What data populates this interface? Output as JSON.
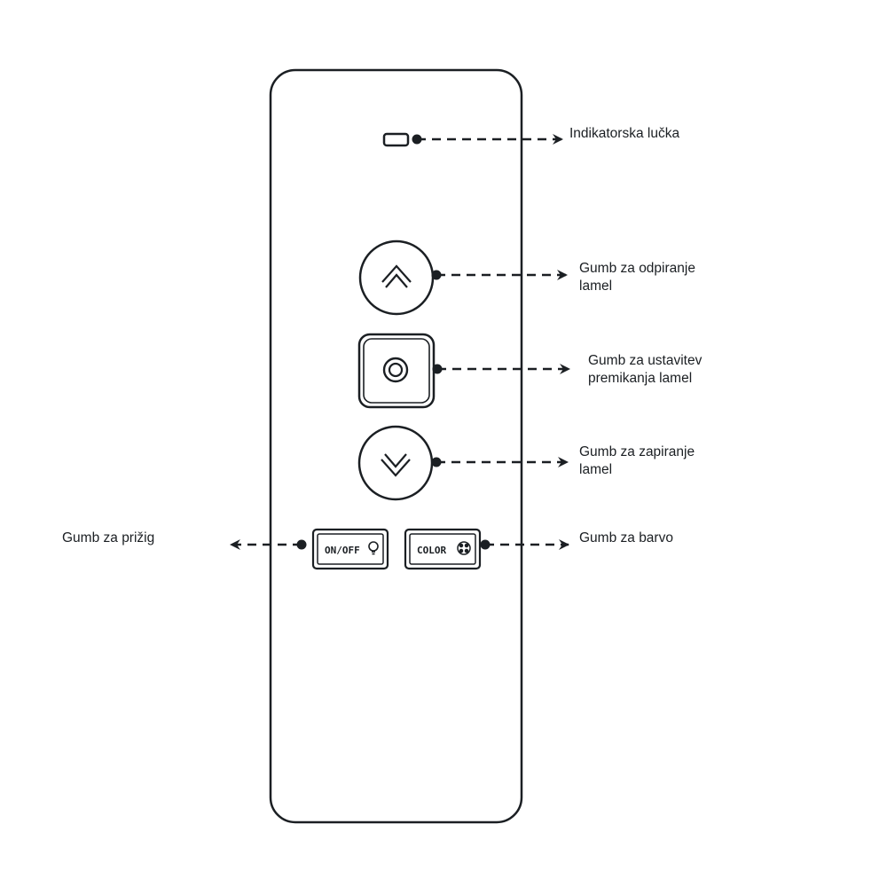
{
  "remote": {
    "onoff_button_text": "ON/OFF",
    "color_button_text": "COLOR"
  },
  "labels": {
    "indicator_light": {
      "line1": "Indikatorska lučka"
    },
    "open_button": {
      "line1": "Gumb za odpiranje",
      "line2": "lamel"
    },
    "stop_button": {
      "line1": "Gumb za ustavitev",
      "line2": "premikanja lamel"
    },
    "close_button": {
      "line1": "Gumb za zapiranje",
      "line2": "lamel"
    },
    "power_button": {
      "line1": "Gumb za prižig"
    },
    "color_button": {
      "line1": "Gumb za barvo"
    }
  },
  "icons": {
    "up": "double-chevron-up-icon",
    "stop": "stop-ring-icon",
    "down": "double-chevron-down-icon",
    "bulb": "lightbulb-icon",
    "palette": "palette-icon"
  },
  "colors": {
    "ink": "#1b1f23",
    "background": "#ffffff"
  }
}
